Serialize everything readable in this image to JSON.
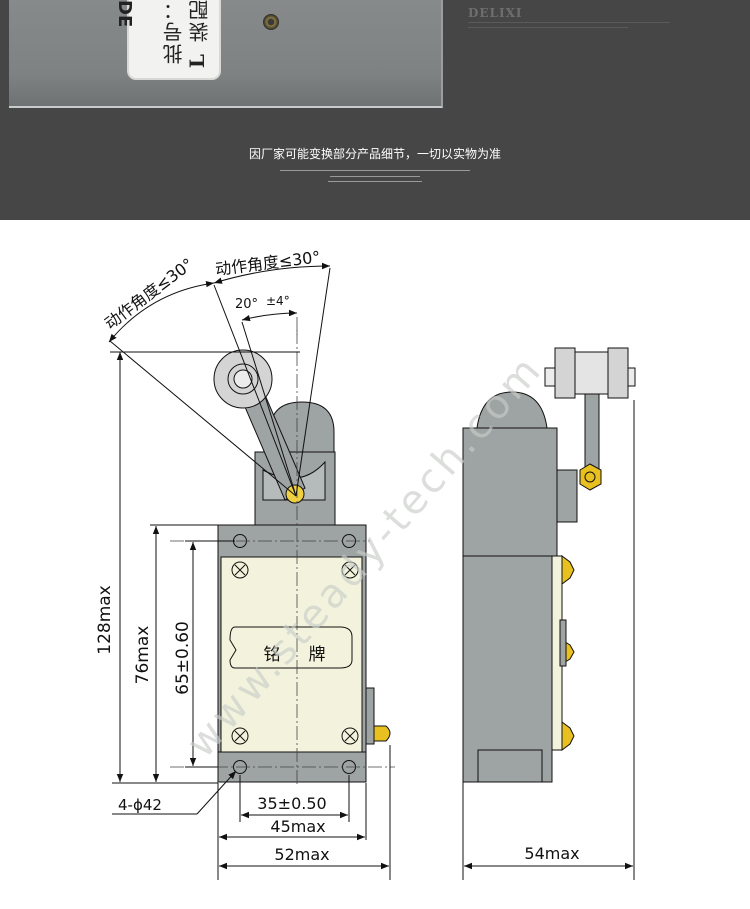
{
  "banner": {
    "photo_brand": "DE",
    "photo_label_line1": "批号：",
    "photo_label_line2": "装配",
    "photo_label_letter": "L",
    "logo": "DELIXI",
    "notice": "因厂家可能变换部分产品细节，一切以实物为准"
  },
  "drawing": {
    "watermark": "www.steady-tech.com",
    "angle_left": "动作角度≤30°",
    "angle_right": "动作角度≤30°",
    "angle_center": "20°",
    "angle_tolerance": "±4°",
    "nameplate": {
      "char1": "铭",
      "char2": "牌"
    },
    "dims": {
      "height_total": "128max",
      "height_mid": "76max",
      "height_holes": "65±0.60",
      "holes": "4-ϕ42",
      "width_holes": "35±0.50",
      "width_body": "45max",
      "width_total": "52max",
      "depth": "54max"
    },
    "colors": {
      "body": "#9ea3a3",
      "plate": "#f3f3dd",
      "roller": "#d4d4d4",
      "brass": "#e8c020",
      "line": "#111111",
      "watermark": "#c7ccc7"
    }
  }
}
